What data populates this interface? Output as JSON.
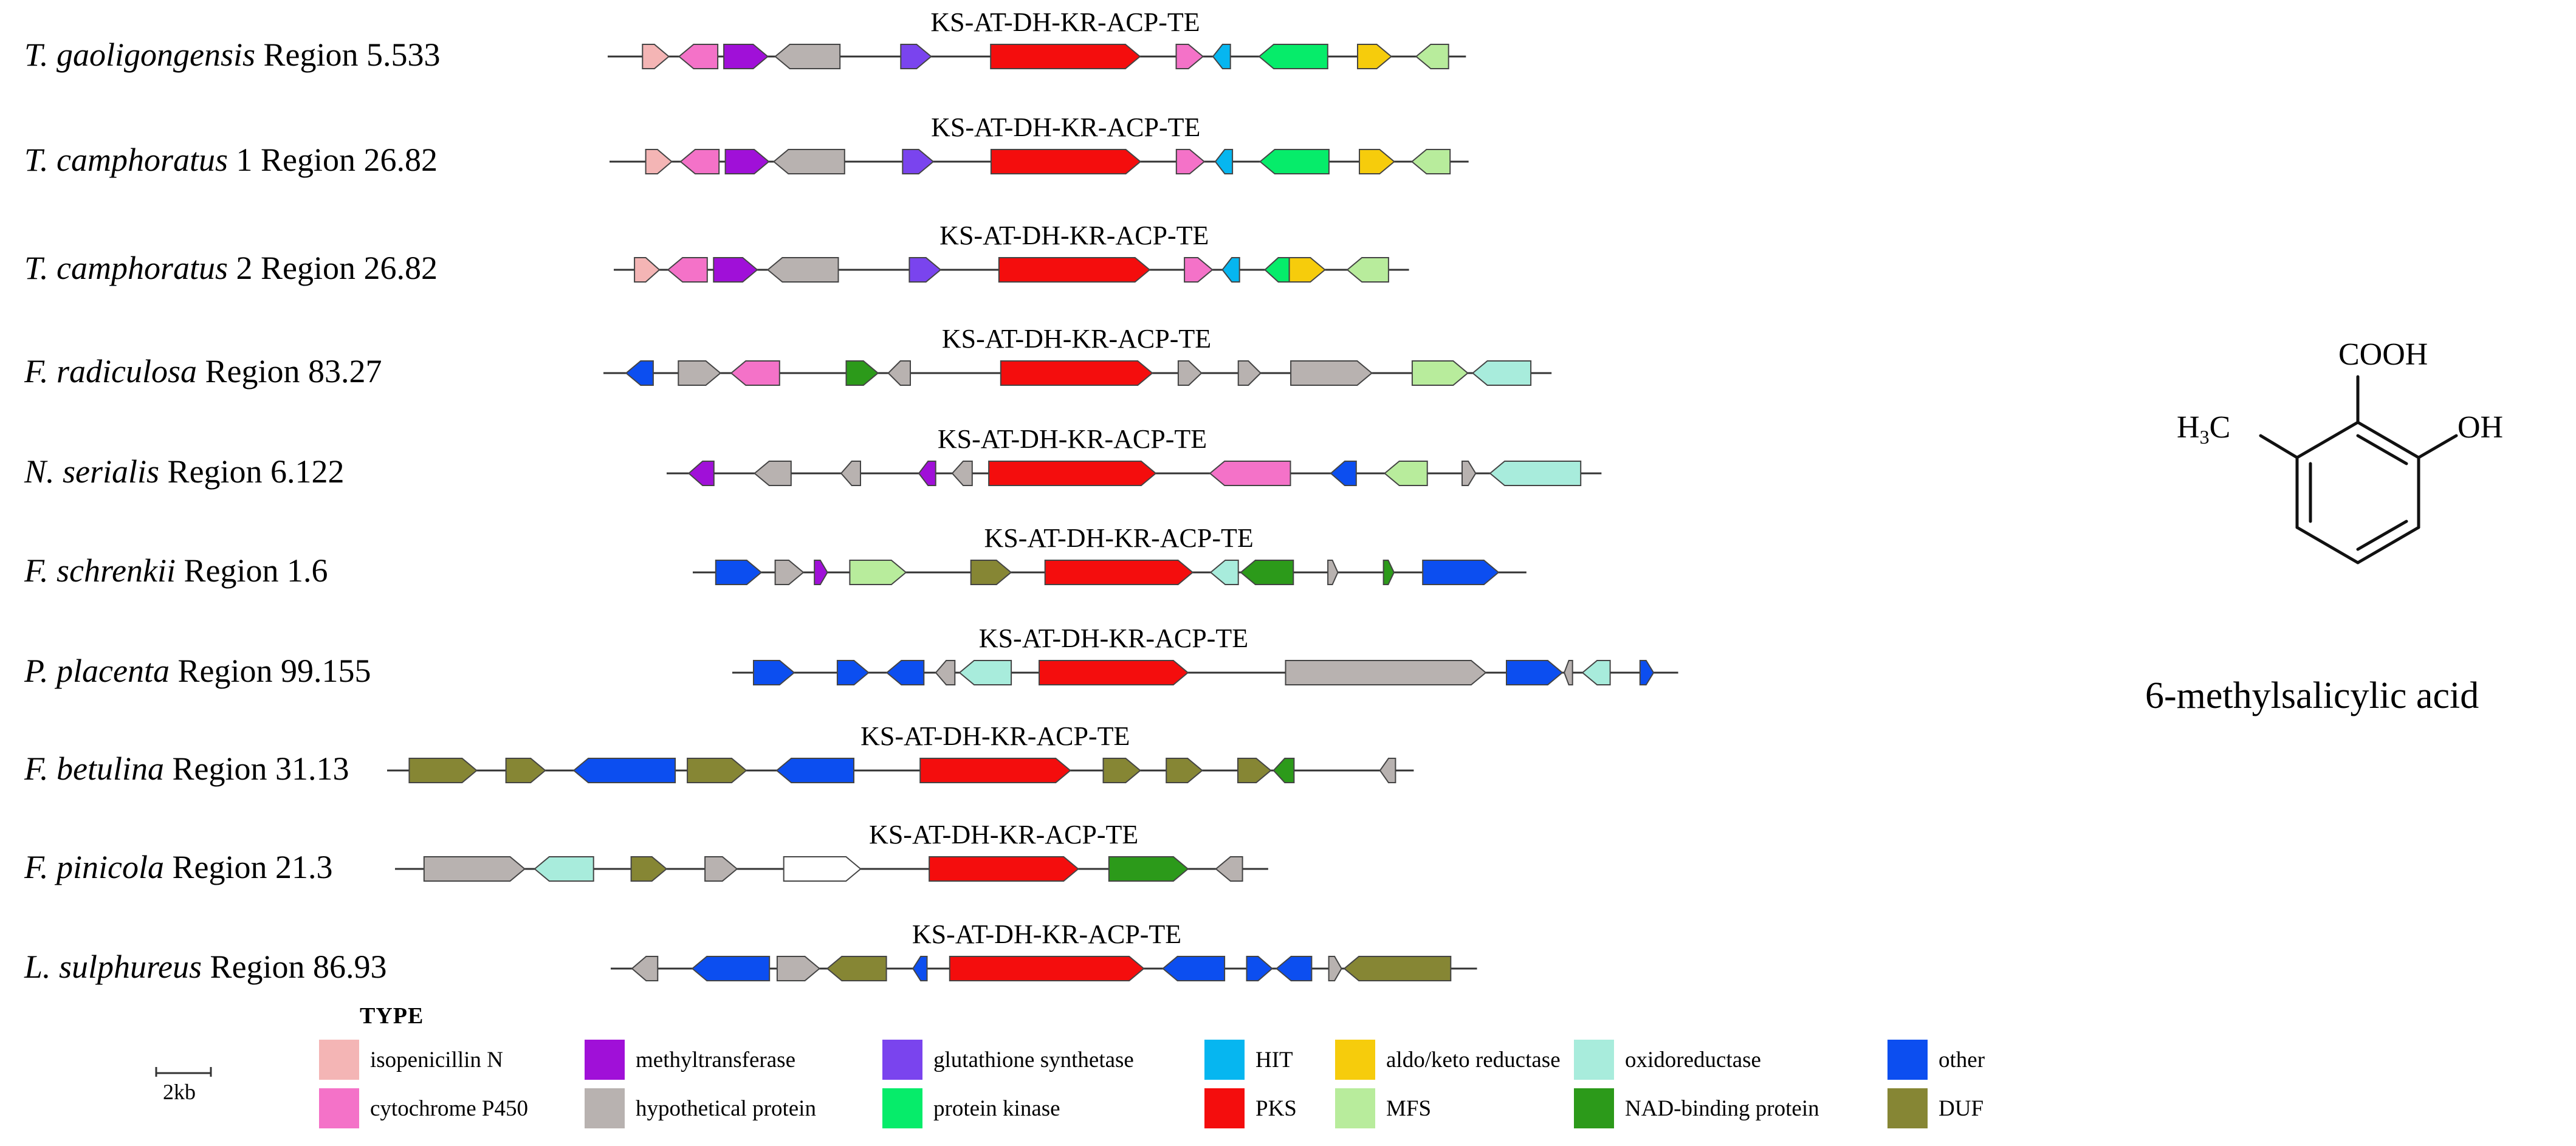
{
  "colors": {
    "isopenicillin_N": "#f4b5b5",
    "cytochrome_P450": "#f472c8",
    "methyltransferase": "#a010d8",
    "hypothetical_protein": "#b8b2b0",
    "glutathione_synthetase": "#7a44ee",
    "protein_kinase": "#06ec6a",
    "HIT": "#06b6f0",
    "PKS": "#f40d0d",
    "aldo_keto_reductase": "#f6cc0c",
    "MFS": "#b8ec9c",
    "oxidoreductase": "#a8ecdc",
    "NAD_binding_protein": "#2c9a1a",
    "other": "#0c4ef0",
    "DUF": "#868634",
    "unannotated": "#ffffff"
  },
  "clusters": [
    {
      "species": "T. gaoligongensis",
      "region": "Region 5.533",
      "pks_label": "KS-AT-DH-KR-ACP-TE",
      "genes": [
        {
          "type": "isopenicillin_N",
          "start": 1.26,
          "end": 2.21,
          "strand": 1
        },
        {
          "type": "cytochrome_P450",
          "start": 2.58,
          "end": 3.98,
          "strand": -1
        },
        {
          "type": "methyltransferase",
          "start": 4.2,
          "end": 5.79,
          "strand": 1
        },
        {
          "type": "hypothetical_protein",
          "start": 6.06,
          "end": 8.4,
          "strand": -1
        },
        {
          "type": "glutathione_synthetase",
          "start": 10.6,
          "end": 11.7,
          "strand": 1
        },
        {
          "type": "PKS",
          "start": 13.85,
          "end": 19.25,
          "strand": 1
        },
        {
          "type": "cytochrome_P450",
          "start": 20.56,
          "end": 21.53,
          "strand": 1
        },
        {
          "type": "HIT",
          "start": 21.89,
          "end": 22.52,
          "strand": -1
        },
        {
          "type": "protein_kinase",
          "start": 23.56,
          "end": 26.04,
          "strand": -1
        },
        {
          "type": "aldo_keto_reductase",
          "start": 27.12,
          "end": 28.34,
          "strand": 1
        },
        {
          "type": "MFS",
          "start": 29.24,
          "end": 30.41,
          "strand": -1
        }
      ],
      "line": [
        0,
        31.04
      ]
    },
    {
      "species": "T. camphoratus",
      "region": "1 Region 26.82",
      "pks_label": "KS-AT-DH-KR-ACP-TE",
      "genes": [
        {
          "type": "isopenicillin_N",
          "start": 1.31,
          "end": 2.25,
          "strand": 1
        },
        {
          "type": "cytochrome_P450",
          "start": 2.57,
          "end": 3.96,
          "strand": -1
        },
        {
          "type": "methyltransferase",
          "start": 4.19,
          "end": 5.76,
          "strand": 1
        },
        {
          "type": "hypothetical_protein",
          "start": 5.94,
          "end": 8.5,
          "strand": -1
        },
        {
          "type": "glutathione_synthetase",
          "start": 10.6,
          "end": 11.71,
          "strand": 1
        },
        {
          "type": "PKS",
          "start": 13.8,
          "end": 19.2,
          "strand": 1
        },
        {
          "type": "cytochrome_P450",
          "start": 20.5,
          "end": 21.51,
          "strand": 1
        },
        {
          "type": "HIT",
          "start": 21.91,
          "end": 22.53,
          "strand": -1
        },
        {
          "type": "protein_kinase",
          "start": 23.53,
          "end": 26.02,
          "strand": -1
        },
        {
          "type": "aldo_keto_reductase",
          "start": 27.12,
          "end": 28.38,
          "strand": 1
        },
        {
          "type": "MFS",
          "start": 29.02,
          "end": 30.4,
          "strand": -1
        }
      ],
      "line": [
        0,
        31.07
      ]
    },
    {
      "species": "T. camphoratus",
      "region": "2 Region 26.82",
      "pks_label": "KS-AT-DH-KR-ACP-TE",
      "genes": [
        {
          "type": "isopenicillin_N",
          "start": 0.75,
          "end": 1.65,
          "strand": 1
        },
        {
          "type": "cytochrome_P450",
          "start": 1.96,
          "end": 3.38,
          "strand": -1
        },
        {
          "type": "methyltransferase",
          "start": 3.61,
          "end": 5.19,
          "strand": 1
        },
        {
          "type": "hypothetical_protein",
          "start": 5.57,
          "end": 8.12,
          "strand": -1
        },
        {
          "type": "glutathione_synthetase",
          "start": 10.69,
          "end": 11.82,
          "strand": 1
        },
        {
          "type": "PKS",
          "start": 13.93,
          "end": 19.38,
          "strand": 1
        },
        {
          "type": "cytochrome_P450",
          "start": 20.64,
          "end": 21.65,
          "strand": 1
        },
        {
          "type": "HIT",
          "start": 22.01,
          "end": 22.63,
          "strand": -1
        },
        {
          "type": "protein_kinase",
          "start": 23.55,
          "end": 24.43,
          "strand": -1
        },
        {
          "type": "aldo_keto_reductase",
          "start": 24.43,
          "end": 25.72,
          "strand": 1
        },
        {
          "type": "MFS",
          "start": 26.53,
          "end": 28.02,
          "strand": -1
        }
      ],
      "line": [
        0,
        28.76
      ]
    },
    {
      "species": "F. radiculosa",
      "region": "Region 83.27",
      "pks_label": "KS-AT-DH-KR-ACP-TE",
      "genes": [
        {
          "type": "other",
          "start": 0.82,
          "end": 1.8,
          "strand": -1
        },
        {
          "type": "hypothetical_protein",
          "start": 2.71,
          "end": 4.23,
          "strand": 1
        },
        {
          "type": "cytochrome_P450",
          "start": 4.62,
          "end": 6.37,
          "strand": -1
        },
        {
          "type": "NAD_binding_protein",
          "start": 8.78,
          "end": 9.93,
          "strand": 1
        },
        {
          "type": "hypothetical_protein",
          "start": 10.3,
          "end": 11.1,
          "strand": -1
        },
        {
          "type": "PKS",
          "start": 14.37,
          "end": 19.85,
          "strand": 1
        },
        {
          "type": "hypothetical_protein",
          "start": 20.79,
          "end": 21.63,
          "strand": 1
        },
        {
          "type": "hypothetical_protein",
          "start": 22.96,
          "end": 23.77,
          "strand": 1
        },
        {
          "type": "hypothetical_protein",
          "start": 24.86,
          "end": 27.79,
          "strand": 1
        },
        {
          "type": "MFS",
          "start": 29.25,
          "end": 31.26,
          "strand": 1
        },
        {
          "type": "oxidoreductase",
          "start": 31.44,
          "end": 33.54,
          "strand": -1
        }
      ],
      "line": [
        0,
        34.29
      ]
    },
    {
      "species": "N. serialis",
      "region": "Region 6.122",
      "pks_label": "KS-AT-DH-KR-ACP-TE",
      "genes": [
        {
          "type": "methyltransferase",
          "start": 0.8,
          "end": 1.71,
          "strand": -1
        },
        {
          "type": "hypothetical_protein",
          "start": 3.18,
          "end": 4.5,
          "strand": -1
        },
        {
          "type": "hypothetical_protein",
          "start": 6.31,
          "end": 7.01,
          "strand": -1
        },
        {
          "type": "methyltransferase",
          "start": 9.12,
          "end": 9.73,
          "strand": -1
        },
        {
          "type": "hypothetical_protein",
          "start": 10.33,
          "end": 11.05,
          "strand": -1
        },
        {
          "type": "PKS",
          "start": 11.65,
          "end": 17.69,
          "strand": 1
        },
        {
          "type": "cytochrome_P450",
          "start": 19.65,
          "end": 22.56,
          "strand": -1
        },
        {
          "type": "other",
          "start": 24.02,
          "end": 24.94,
          "strand": -1
        },
        {
          "type": "MFS",
          "start": 25.97,
          "end": 27.51,
          "strand": -1
        },
        {
          "type": "hypothetical_protein",
          "start": 28.77,
          "end": 29.26,
          "strand": 1
        },
        {
          "type": "oxidoreductase",
          "start": 29.78,
          "end": 33.06,
          "strand": -1
        }
      ],
      "line": [
        0,
        33.81
      ]
    },
    {
      "species": "F. schrenkii",
      "region": "Region 1.6",
      "pks_label": "KS-AT-DH-KR-ACP-TE",
      "genes": [
        {
          "type": "other",
          "start": 0.83,
          "end": 2.48,
          "strand": 1
        },
        {
          "type": "hypothetical_protein",
          "start": 2.98,
          "end": 4.0,
          "strand": 1
        },
        {
          "type": "methyltransferase",
          "start": 4.4,
          "end": 4.87,
          "strand": 1
        },
        {
          "type": "MFS",
          "start": 5.68,
          "end": 7.71,
          "strand": 1
        },
        {
          "type": "DUF",
          "start": 10.06,
          "end": 11.51,
          "strand": 1
        },
        {
          "type": "PKS",
          "start": 12.74,
          "end": 18.08,
          "strand": 1
        },
        {
          "type": "oxidoreductase",
          "start": 18.73,
          "end": 19.73,
          "strand": -1
        },
        {
          "type": "NAD_binding_protein",
          "start": 19.82,
          "end": 21.72,
          "strand": -1
        },
        {
          "type": "hypothetical_protein",
          "start": 22.97,
          "end": 23.33,
          "strand": 1
        },
        {
          "type": "NAD_binding_protein",
          "start": 24.98,
          "end": 25.36,
          "strand": 1
        },
        {
          "type": "other",
          "start": 26.4,
          "end": 29.14,
          "strand": 1
        }
      ],
      "line": [
        0,
        30.15
      ]
    },
    {
      "species": "P. placenta",
      "region": "Region 99.155",
      "pks_label": "KS-AT-DH-KR-ACP-TE",
      "genes": [
        {
          "type": "other",
          "start": 0.77,
          "end": 2.24,
          "strand": 1
        },
        {
          "type": "other",
          "start": 3.8,
          "end": 4.93,
          "strand": 1
        },
        {
          "type": "other",
          "start": 5.59,
          "end": 6.93,
          "strand": -1
        },
        {
          "type": "hypothetical_protein",
          "start": 7.36,
          "end": 8.05,
          "strand": -1
        },
        {
          "type": "oxidoreductase",
          "start": 8.22,
          "end": 10.09,
          "strand": -1
        },
        {
          "type": "PKS",
          "start": 11.1,
          "end": 16.48,
          "strand": 1
        },
        {
          "type": "hypothetical_protein",
          "start": 20.01,
          "end": 27.25,
          "strand": 1
        },
        {
          "type": "other",
          "start": 28.0,
          "end": 30.02,
          "strand": 1
        },
        {
          "type": "hypothetical_protein",
          "start": 30.09,
          "end": 30.39,
          "strand": -1
        },
        {
          "type": "oxidoreductase",
          "start": 30.75,
          "end": 31.75,
          "strand": -1
        },
        {
          "type": "other",
          "start": 32.83,
          "end": 33.32,
          "strand": 1
        }
      ],
      "line": [
        0,
        34.21
      ]
    },
    {
      "species": "F. betulina",
      "region": "Region 31.13",
      "pks_label": "KS-AT-DH-KR-ACP-TE",
      "genes": [
        {
          "type": "DUF",
          "start": 0.8,
          "end": 3.24,
          "strand": 1
        },
        {
          "type": "DUF",
          "start": 4.3,
          "end": 5.72,
          "strand": 1
        },
        {
          "type": "other",
          "start": 6.75,
          "end": 10.42,
          "strand": -1
        },
        {
          "type": "DUF",
          "start": 10.86,
          "end": 12.99,
          "strand": 1
        },
        {
          "type": "other",
          "start": 14.09,
          "end": 16.88,
          "strand": -1
        },
        {
          "type": "PKS",
          "start": 19.28,
          "end": 24.71,
          "strand": 1
        },
        {
          "type": "DUF",
          "start": 25.9,
          "end": 27.24,
          "strand": 1
        },
        {
          "type": "DUF",
          "start": 28.18,
          "end": 29.48,
          "strand": 1
        },
        {
          "type": "DUF",
          "start": 30.77,
          "end": 31.96,
          "strand": 1
        },
        {
          "type": "NAD_binding_protein",
          "start": 32.06,
          "end": 32.8,
          "strand": -1
        },
        {
          "type": "hypothetical_protein",
          "start": 35.91,
          "end": 36.47,
          "strand": -1
        }
      ],
      "line": [
        0,
        37.13
      ]
    },
    {
      "species": "F. pinicola",
      "region": "Region 21.3",
      "pks_label": "KS-AT-DH-KR-ACP-TE",
      "genes": [
        {
          "type": "hypothetical_protein",
          "start": 1.05,
          "end": 4.69,
          "strand": 1
        },
        {
          "type": "oxidoreductase",
          "start": 5.05,
          "end": 7.18,
          "strand": -1
        },
        {
          "type": "DUF",
          "start": 8.54,
          "end": 9.82,
          "strand": 1
        },
        {
          "type": "hypothetical_protein",
          "start": 11.21,
          "end": 12.37,
          "strand": 1
        },
        {
          "type": "unannotated",
          "start": 14.06,
          "end": 16.84,
          "strand": 1
        },
        {
          "type": "PKS",
          "start": 19.32,
          "end": 24.71,
          "strand": 1
        },
        {
          "type": "NAD_binding_protein",
          "start": 25.82,
          "end": 28.68,
          "strand": 1
        },
        {
          "type": "hypothetical_protein",
          "start": 29.69,
          "end": 30.65,
          "strand": -1
        }
      ],
      "line": [
        0,
        31.58
      ]
    },
    {
      "species": "L. sulphureus",
      "region": "Region 86.93",
      "pks_label": "KS-AT-DH-KR-ACP-TE",
      "genes": [
        {
          "type": "hypothetical_protein",
          "start": 0.77,
          "end": 1.7,
          "strand": -1
        },
        {
          "type": "other",
          "start": 2.95,
          "end": 5.74,
          "strand": -1
        },
        {
          "type": "hypothetical_protein",
          "start": 6.02,
          "end": 7.55,
          "strand": 1
        },
        {
          "type": "DUF",
          "start": 7.83,
          "end": 9.97,
          "strand": -1
        },
        {
          "type": "other",
          "start": 10.93,
          "end": 11.44,
          "strand": -1
        },
        {
          "type": "PKS",
          "start": 12.26,
          "end": 19.28,
          "strand": 1
        },
        {
          "type": "other",
          "start": 19.97,
          "end": 22.2,
          "strand": -1
        },
        {
          "type": "other",
          "start": 23.0,
          "end": 23.92,
          "strand": 1
        },
        {
          "type": "other",
          "start": 24.08,
          "end": 25.35,
          "strand": -1
        },
        {
          "type": "hypothetical_protein",
          "start": 25.97,
          "end": 26.43,
          "strand": 1
        },
        {
          "type": "DUF",
          "start": 26.53,
          "end": 30.38,
          "strand": -1
        }
      ],
      "line": [
        0,
        31.33
      ]
    }
  ],
  "compound": {
    "name": "6-methylsalicylic acid",
    "cooh_label": "COOH",
    "oh_label": "OH",
    "ch3_label": "H3C"
  },
  "legend": {
    "title": "TYPE",
    "items": [
      {
        "key": "isopenicillin_N",
        "label": "isopenicillin Ν"
      },
      {
        "key": "cytochrome_P450",
        "label": "cytochrome P450"
      },
      {
        "key": "methyltransferase",
        "label": "methyltransferase"
      },
      {
        "key": "hypothetical_protein",
        "label": "hypothetical protein"
      },
      {
        "key": "glutathione_synthetase",
        "label": "glutathione synthetase"
      },
      {
        "key": "protein_kinase",
        "label": "protein kinase"
      },
      {
        "key": "HIT",
        "label": "HIT"
      },
      {
        "key": "PKS",
        "label": "PKS"
      },
      {
        "key": "aldo_keto_reductase",
        "label": "aldo/keto reductase"
      },
      {
        "key": "MFS",
        "label": "MFS"
      },
      {
        "key": "oxidoreductase",
        "label": "oxidoreductase"
      },
      {
        "key": "NAD_binding_protein",
        "label": "NAD-binding protein"
      },
      {
        "key": "other",
        "label": "other"
      },
      {
        "key": "DUF",
        "label": "DUF"
      }
    ]
  },
  "scale_bar": {
    "label": "2kb",
    "length_kb": 2
  }
}
